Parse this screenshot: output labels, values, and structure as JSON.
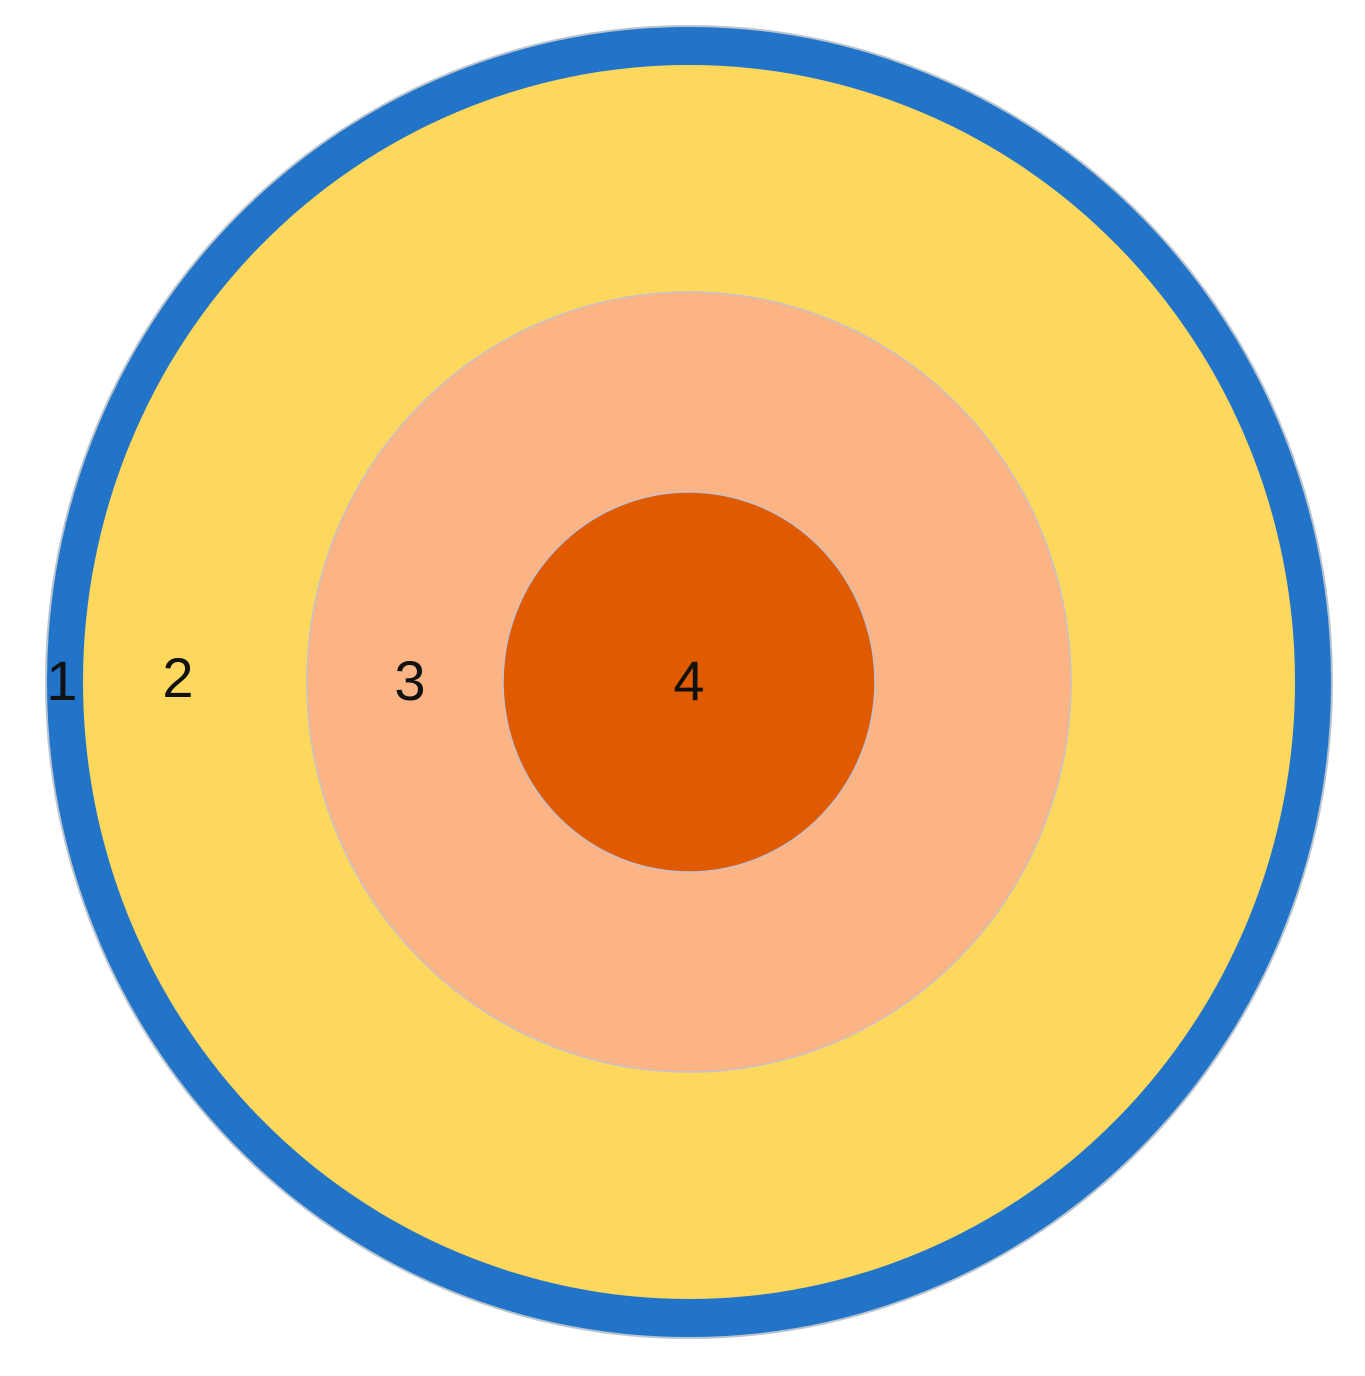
{
  "diagram": {
    "layers": [
      {
        "label": "1",
        "color": "#2174C8"
      },
      {
        "label": "2",
        "color": "#FDD85D"
      },
      {
        "label": "3",
        "color": "#FDB485"
      },
      {
        "label": "4",
        "color": "#E05A00"
      }
    ]
  }
}
